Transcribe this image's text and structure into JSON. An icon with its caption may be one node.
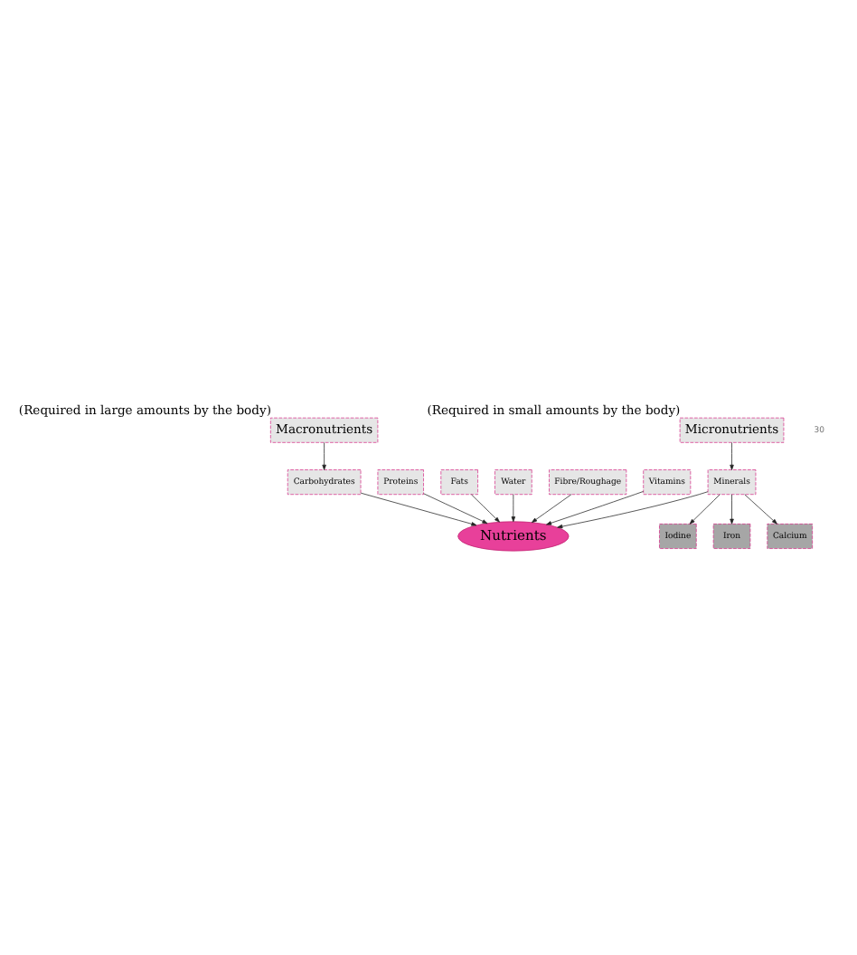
{
  "diagram": {
    "nodes": [
      {
        "text": [
          "Macronutrients"
        ],
        "beside": [
          "(Required in large amounts by the body)"
        ]
      },
      {
        "text": [
          "Micronutrients"
        ],
        "beside": [
          "(Required in small amounts by the body)"
        ]
      },
      {
        "text": [
          "Carbohydrates"
        ]
      },
      {
        "text": [
          "Proteins"
        ]
      },
      {
        "text": [
          "Iodine"
        ]
      },
      {
        "text": [
          "Minerals"
        ]
      },
      {
        "text": [
          "Iron"
        ]
      },
      {
        "text": [
          "Fats"
        ]
      },
      {
        "text": [
          "Calcium"
        ]
      },
      {
        "text": [
          "Nutrients"
        ]
      },
      {
        "text": [
          "Water"
        ]
      },
      {
        "text": [
          "Fibre/Roughage"
        ]
      },
      {
        "text": [
          "Vitamins"
        ]
      }
    ],
    "edges": [
      {
        "from": 0,
        "to": 2,
        "arrow": "to"
      },
      {
        "from": 1,
        "to": 5,
        "arrow": "to"
      },
      {
        "from": 5,
        "to": 4,
        "arrow": "to"
      },
      {
        "from": 5,
        "to": 6,
        "arrow": "to"
      },
      {
        "from": 5,
        "to": 8,
        "arrow": "to"
      },
      {
        "from": 2,
        "to": 9,
        "arrow": "to"
      },
      {
        "from": 3,
        "to": 9,
        "arrow": "to"
      },
      {
        "from": 7,
        "to": 9,
        "arrow": "to"
      },
      {
        "from": 5,
        "to": 9,
        "arrow": "to"
      },
      {
        "from": 10,
        "to": 9,
        "arrow": "to"
      },
      {
        "from": 11,
        "to": 9,
        "arrow": "to"
      },
      {
        "from": 12,
        "to": 9,
        "arrow": "to"
      }
    ],
    "labels": [
      "30"
    ]
  }
}
